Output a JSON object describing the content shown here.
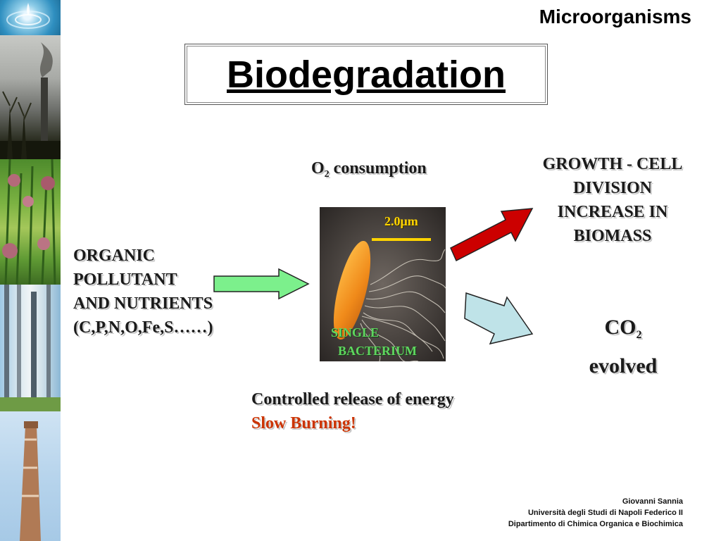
{
  "header": {
    "section_title": "Microorganisms"
  },
  "slide": {
    "title": "Biodegradation"
  },
  "diagram": {
    "o2_consumption": {
      "prefix": "O",
      "subscript": "2",
      "rest": " consumption"
    },
    "growth_lines": [
      "GROWTH - CELL",
      "DIVISION",
      "INCREASE IN",
      "BIOMASS"
    ],
    "organic_lines": [
      "ORGANIC",
      "POLLUTANT",
      "AND NUTRIENTS",
      "(C,P,N,O,Fe,S……)"
    ],
    "co2": {
      "prefix": "CO",
      "subscript": "2",
      "line2": "evolved"
    },
    "energy": {
      "line1": "Controlled release of energy",
      "line2": "Slow Burning!"
    },
    "bacterium": {
      "scale_label": "2.0μm",
      "label_line1": "SINGLE",
      "label_line2": "BACTERIUM"
    },
    "colors": {
      "input_arrow": "#7cf08c",
      "growth_arrow": "#cc0000",
      "co2_arrow": "#bfe3e8",
      "slow_burning": "#cc3300"
    }
  },
  "footer": {
    "author": "Giovanni Sannia",
    "university": "Università degli Studi di Napoli Federico II",
    "department": "Dipartimento di Chimica Organica e Biochimica"
  }
}
